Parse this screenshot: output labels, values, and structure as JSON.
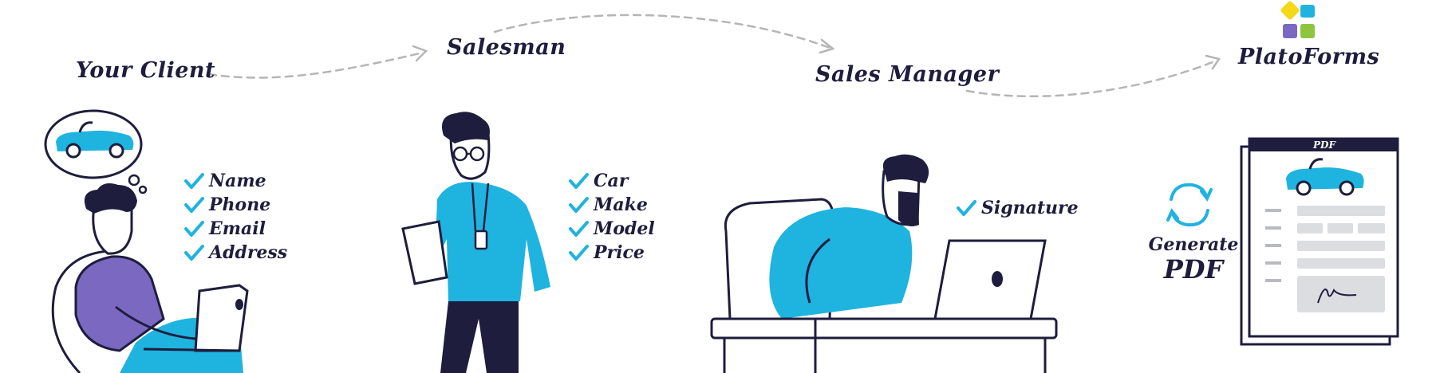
{
  "roles": {
    "client": "Your Client",
    "salesman": "Salesman",
    "sales_manager": "Sales Manager",
    "platoforms": "PlatoForms"
  },
  "client_fields": [
    "Name",
    "Phone",
    "Email",
    "Address"
  ],
  "salesman_fields": [
    "Car",
    "Make",
    "Model",
    "Price"
  ],
  "manager_fields": [
    "Signature"
  ],
  "generate": {
    "line1": "Generate",
    "line2": "PDF"
  },
  "pdf_badge": "PDF",
  "colors": {
    "ink": "#1e1d3d",
    "accent": "#1fb3e0",
    "purple": "#7b68c1",
    "arrow": "#b5b5b5",
    "logo": [
      "#f5d817",
      "#1fb3e0",
      "#7b68c1",
      "#8dc53e"
    ]
  }
}
